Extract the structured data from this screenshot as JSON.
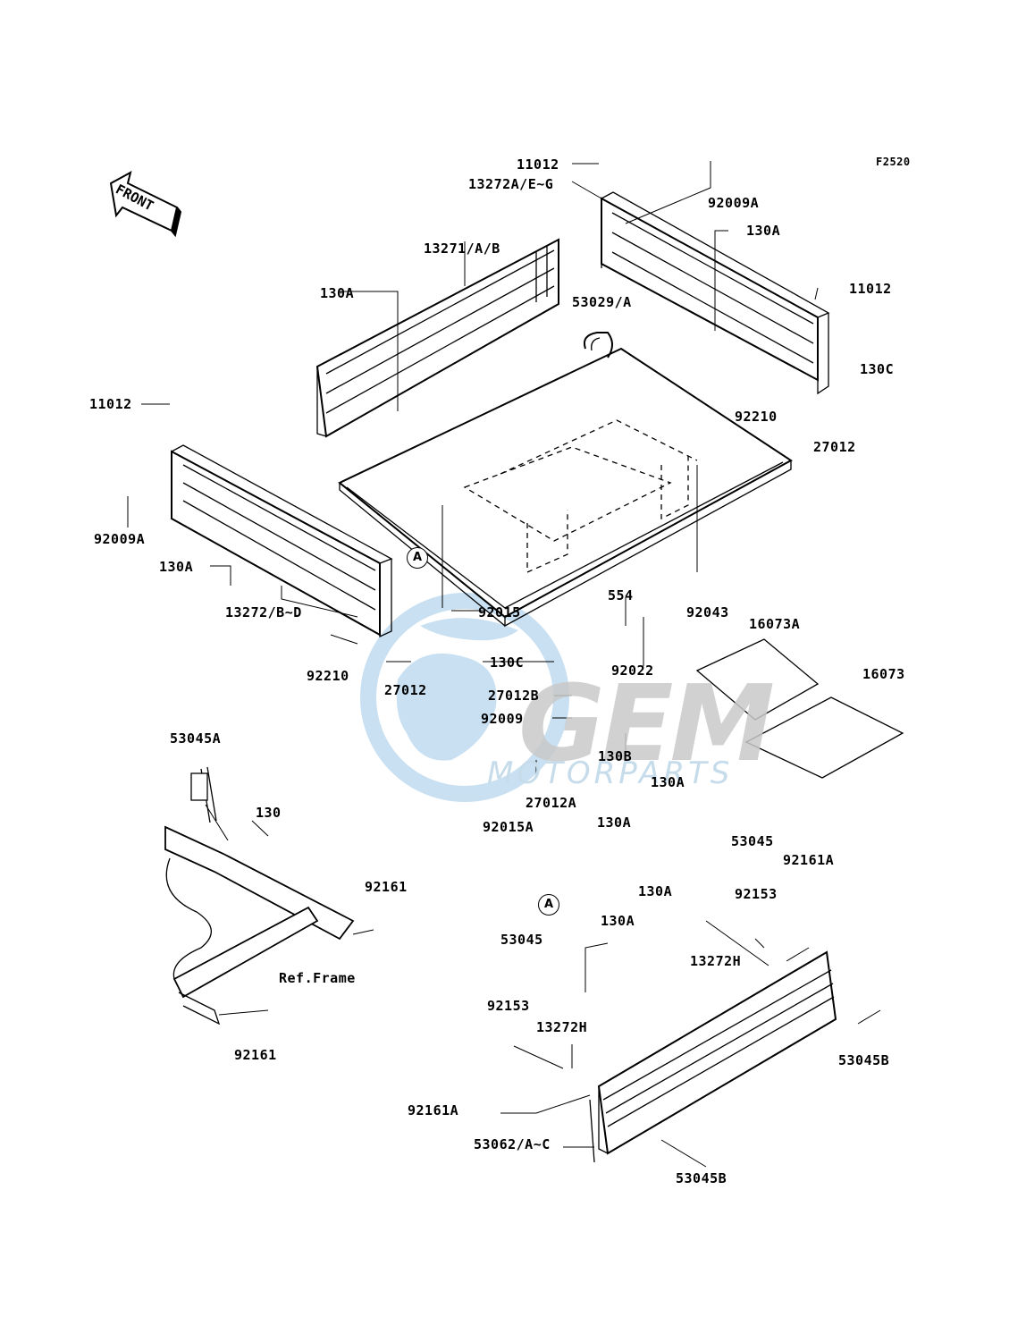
{
  "diagram": {
    "code": "F2520",
    "direction_label": "FRONT",
    "callout_letter": "A",
    "watermark": {
      "brand": "GEM",
      "sub": "MOTORPARTS"
    },
    "labels": {
      "l11012_top": "11012",
      "l92009A_top": "92009A",
      "l13272A": "13272A/E~G",
      "l130A_top": "130A",
      "l13271": "13271/A/B",
      "l130A_left": "130A",
      "l11012_right": "11012",
      "l53029": "53029/A",
      "l130C_right": "130C",
      "l92210_right": "92210",
      "l27012_right": "27012",
      "l11012_left": "11012",
      "l92009A_left": "92009A",
      "l130A_mid": "130A",
      "l92015": "92015",
      "l92043": "92043",
      "l16073A": "16073A",
      "l16073": "16073",
      "l554": "554",
      "l13272BD": "13272/B~D",
      "l92210_left": "92210",
      "l130C_left": "130C",
      "l92022": "92022",
      "l27012_left": "27012",
      "l27012B": "27012B",
      "l92009": "92009",
      "l130B": "130B",
      "l53045A": "53045A",
      "l27012A": "27012A",
      "l130A_a": "130A",
      "l130": "130",
      "l92015A": "92015A",
      "l130A_b": "130A",
      "l53045_top": "53045",
      "l92161A_top": "92161A",
      "l92161_top": "92161",
      "l130A_c": "130A",
      "l92153_top": "92153",
      "l53045_left": "53045",
      "l130A_d": "130A",
      "l13272H_top": "13272H",
      "lRefFrame": "Ref.Frame",
      "l92153_bot": "92153",
      "l13272H_bot": "13272H",
      "l53045B_right": "53045B",
      "l92161_bot": "92161",
      "l92161A_bot": "92161A",
      "l53062": "53062/A~C",
      "l53045B_bot": "53045B"
    }
  }
}
